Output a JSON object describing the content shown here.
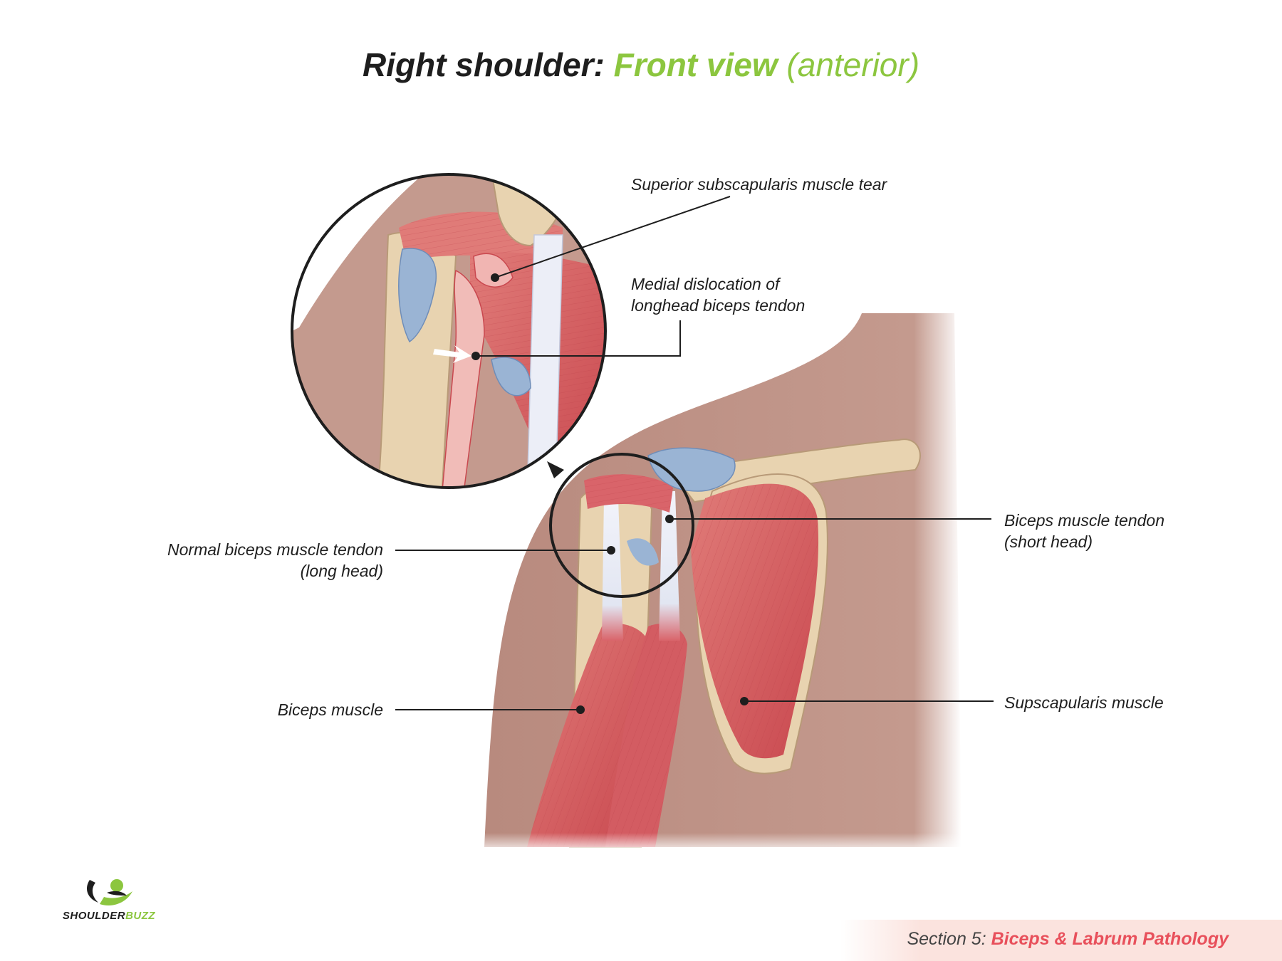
{
  "title": {
    "main": "Right shoulder",
    "colon": ":",
    "view": "Front view",
    "qualifier": "(anterior)"
  },
  "labels": {
    "superior_tear": "Superior subscapularis muscle tear",
    "medial_dislocation": [
      "Medial dislocation of",
      "longhead biceps tendon"
    ],
    "normal_tendon": [
      "Normal biceps muscle tendon",
      "(long head)"
    ],
    "short_head": [
      "Biceps muscle tendon",
      "(short head)"
    ],
    "biceps_muscle": "Biceps muscle",
    "subscapularis": "Supscapularis muscle"
  },
  "logo": {
    "part1": "SHOULDER",
    "part2": "BUZZ"
  },
  "footer": {
    "prefix": "Section 5:",
    "topic": "Biceps & Labrum Pathology"
  },
  "colors": {
    "green": "#8cc63f",
    "red": "#e8505b",
    "skin": "#c4968a",
    "muscle": "#d9646a",
    "bone": "#e8d3b0",
    "tendon": "#e4e8f4",
    "ligament": "#9ab4d4"
  }
}
